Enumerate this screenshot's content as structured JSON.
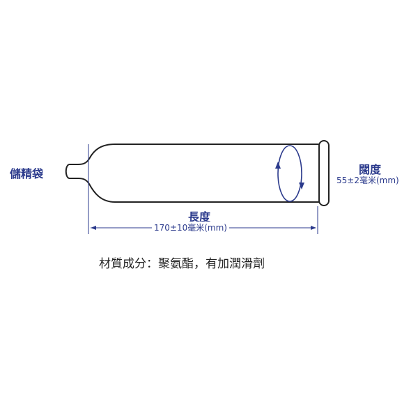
{
  "diagram": {
    "labels": {
      "reservoir": "儲精袋",
      "length_title": "長度",
      "length_value": "170±10毫米(mm)",
      "width_title": "闊度",
      "width_value": "55±2毫米(mm)"
    },
    "material_text": "材質成分：聚氨酯，有加潤滑劑",
    "colors": {
      "outline": "#222222",
      "annotation": "#2b3a8c"
    }
  }
}
